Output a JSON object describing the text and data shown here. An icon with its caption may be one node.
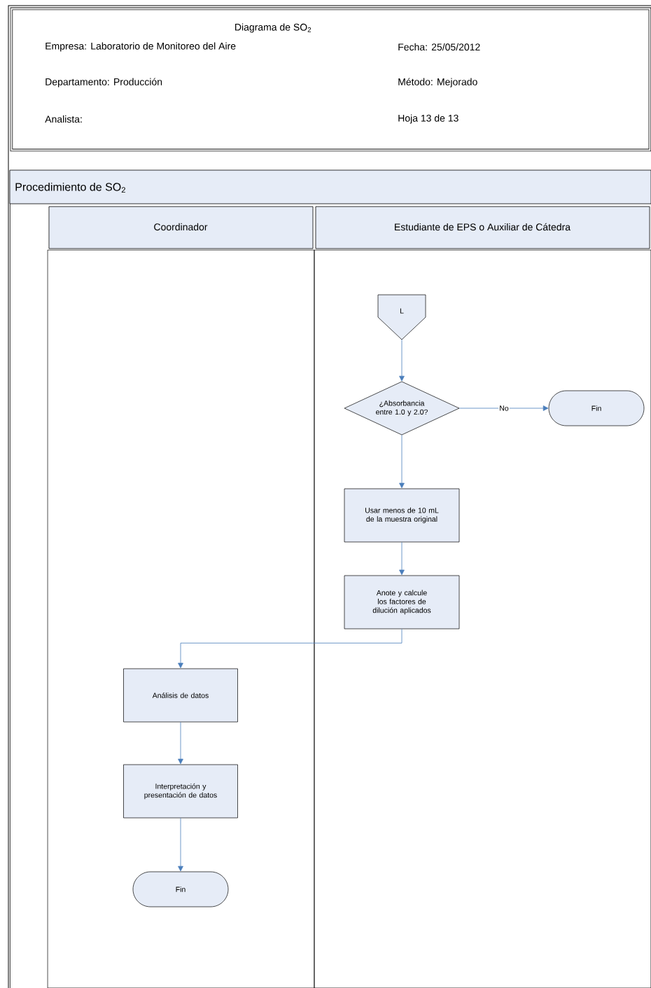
{
  "diagram": {
    "nodes": [
      {
        "text": [
          "Diagrama de SO$_{2}$",
          "Empresa: Laboratorio de Monitoreo del Aire",
          "Fecha:  25/05/2012",
          "Departamento:   Producción",
          "Método:  Mejorado",
          "Analista:",
          "Hoja 13 de 13"
        ]
      },
      {
        "text": [
          "Procedimiento de SO$_{2}$"
        ]
      },
      {
        "text": [
          "Coordinador"
        ],
        "in": 1
      },
      {
        "text": [
          "Estudiante de EPS o Auxiliar de Cátedra"
        ],
        "in": 1
      },
      {
        "text": [
          "L"
        ],
        "in": 3
      },
      {
        "text": [
          "¿Absorbancia entre 1.0 y 2.0?"
        ],
        "in": 3
      },
      {
        "text": [
          "Fin"
        ],
        "in": 3
      },
      {
        "text": [
          "Usar menos de 10 mL de la muestra original"
        ],
        "in": 3
      },
      {
        "text": [
          "Anote y calcule los factores de dilución aplicados"
        ],
        "in": 3
      },
      {
        "text": [
          "Análisis de datos"
        ],
        "in": 2
      },
      {
        "text": [
          "Interpretación y presentación de datos"
        ],
        "in": 2
      },
      {
        "text": [
          "Fin"
        ],
        "in": 2
      }
    ],
    "edges": [
      {
        "from": 4,
        "to": 5,
        "arrow": "to"
      },
      {
        "from": 5,
        "to": 6,
        "arrow": "to",
        "label": "No"
      },
      {
        "from": 5,
        "to": 7,
        "arrow": "to"
      },
      {
        "from": 7,
        "to": 8,
        "arrow": "to"
      },
      {
        "from": 8,
        "to": 9,
        "arrow": "to"
      },
      {
        "from": 9,
        "to": 10,
        "arrow": "to"
      },
      {
        "from": 10,
        "to": 11,
        "arrow": "to"
      }
    ]
  }
}
